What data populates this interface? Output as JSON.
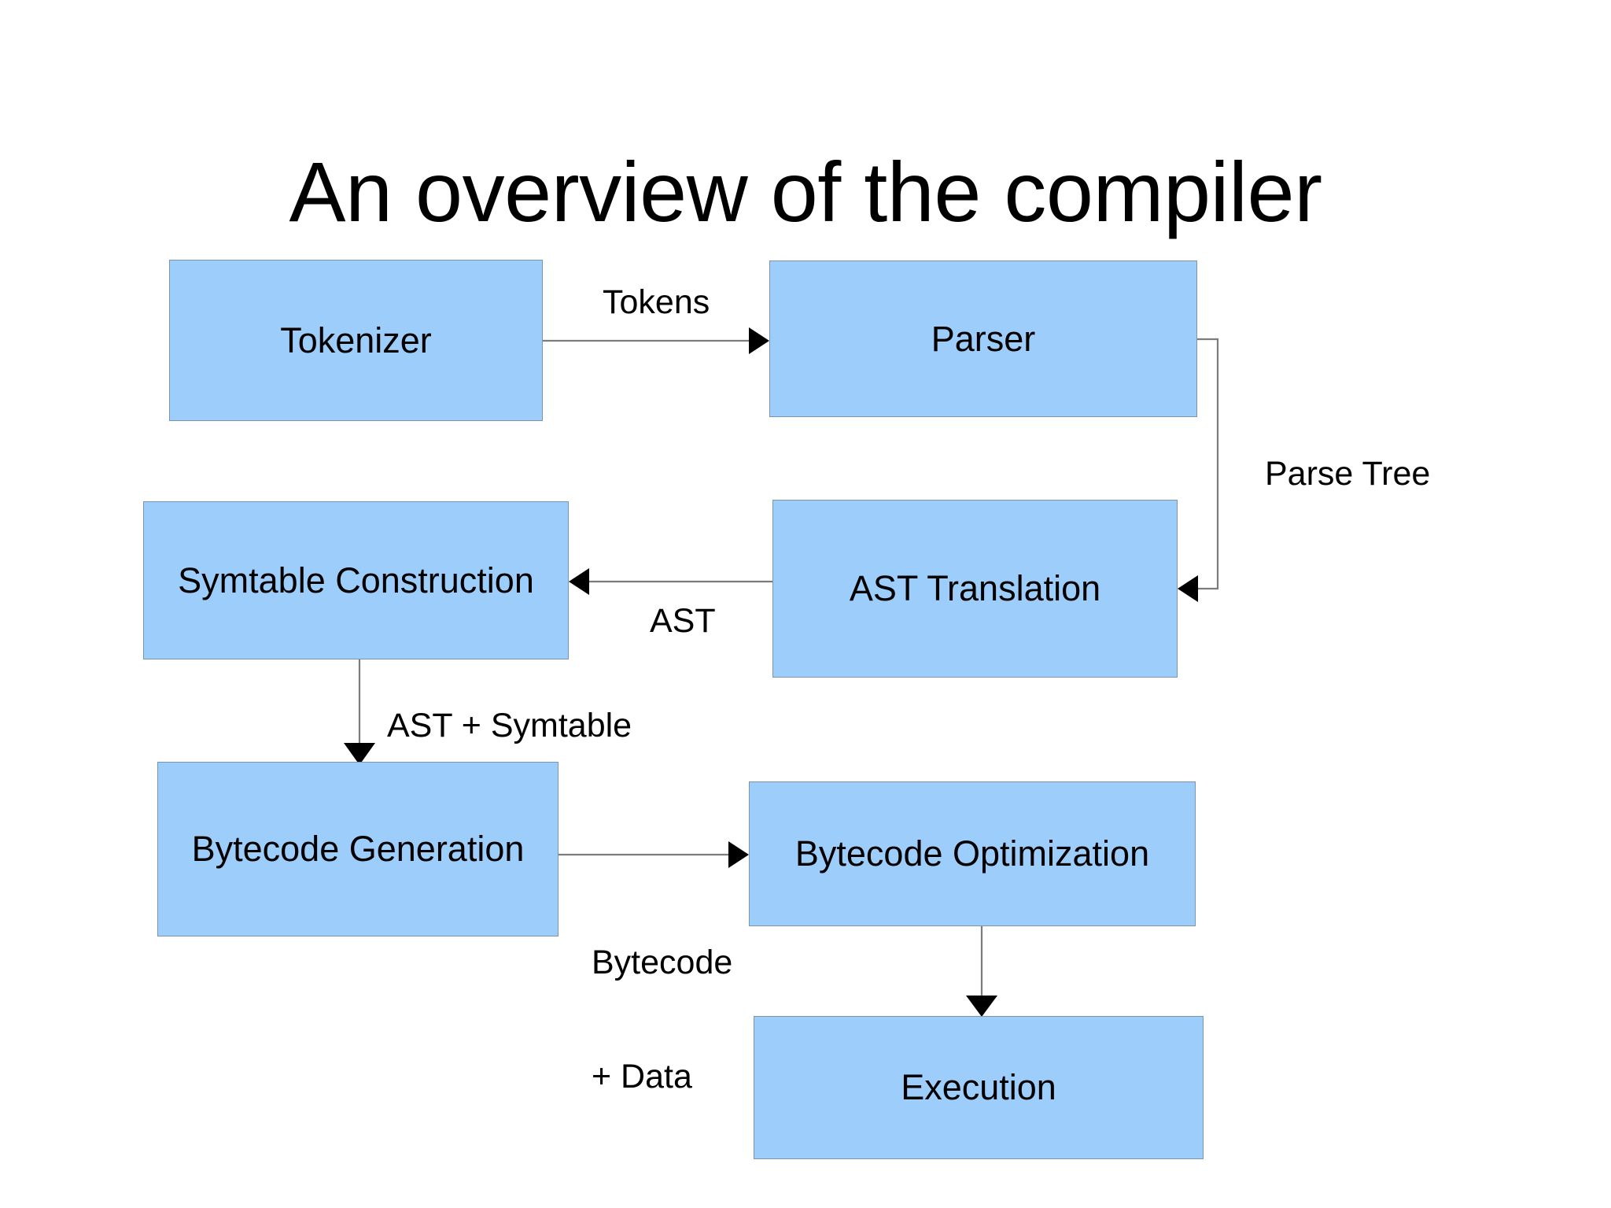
{
  "slide": {
    "title": "An overview of the compiler",
    "background_color": "#ffffff",
    "text_color": "#000000"
  },
  "theme": {
    "node_fill": "#9DCDFB",
    "node_border": "#7A96AE",
    "edge_line": "#7C7C7C",
    "arrow_head": "#000000"
  },
  "nodes": [
    {
      "id": "tokenizer",
      "label": "Tokenizer"
    },
    {
      "id": "parser",
      "label": "Parser"
    },
    {
      "id": "symtable-construction",
      "label": "Symtable Construction"
    },
    {
      "id": "ast-translation",
      "label": "AST Translation"
    },
    {
      "id": "bytecode-generation",
      "label": "Bytecode Generation"
    },
    {
      "id": "bytecode-optimization",
      "label": "Bytecode Optimization"
    },
    {
      "id": "execution",
      "label": "Execution"
    }
  ],
  "edges": [
    {
      "id": "tokenizer-to-parser",
      "label": "Tokens",
      "from": "tokenizer",
      "to": "parser"
    },
    {
      "id": "parser-to-ast-translation",
      "label": "Parse Tree",
      "from": "parser",
      "to": "ast-translation"
    },
    {
      "id": "ast-translation-to-symtable",
      "label": "AST",
      "from": "ast-translation",
      "to": "symtable-construction"
    },
    {
      "id": "symtable-to-bytecode-generation",
      "label": "AST + Symtable",
      "from": "symtable-construction",
      "to": "bytecode-generation"
    },
    {
      "id": "bytecode-generation-to-optimization",
      "label_line1": "Bytecode",
      "label_line2": "+ Data",
      "from": "bytecode-generation",
      "to": "bytecode-optimization"
    },
    {
      "id": "optimization-to-execution",
      "label": "",
      "from": "bytecode-optimization",
      "to": "execution"
    }
  ]
}
